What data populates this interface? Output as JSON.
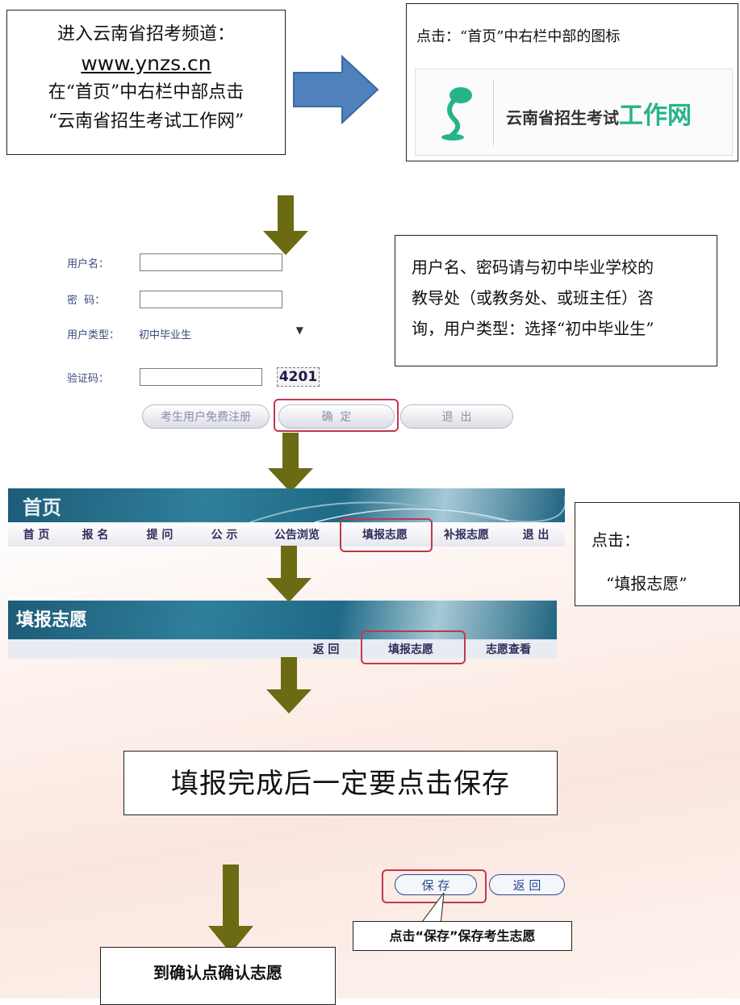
{
  "step1": {
    "line1": "进入云南省招考频道：",
    "url": "www.ynzs.cn",
    "line3": "在“首页”中右栏中部点击",
    "line4": "“云南省招生考试工作网”"
  },
  "step2": {
    "instruction": "点击：“首页”中右栏中部的图标",
    "logo_text": "云南省招生考试",
    "logo_highlight": "工作网"
  },
  "login": {
    "username_label": "用户名：",
    "password_label": "密  码：",
    "usertype_label": "用户类型：",
    "usertype_value": "初中毕业生",
    "captcha_label": "验证码：",
    "captcha_code": "4201",
    "register_button": "考生用户免费注册",
    "confirm_button": "确  定",
    "exit_button": "退  出"
  },
  "login_note": {
    "line1": "用户名、密码请与初中毕业学校的",
    "line2": "教导处（或教务处、或班主任）咨",
    "line3": "询，用户类型：选择“初中毕业生”"
  },
  "home_nav": {
    "banner_title": "首页",
    "items": [
      "首 页",
      "报 名",
      "提 问",
      "公 示",
      "公告浏览",
      "填报志愿",
      "补报志愿",
      "退 出"
    ]
  },
  "nav_note": {
    "line1": "点击：",
    "line2": "“填报志愿”"
  },
  "fill_nav": {
    "banner_title": "填报志愿",
    "items": [
      "返 回",
      "填报志愿",
      "志愿查看"
    ]
  },
  "save_reminder": "填报完成后一定要点击保存",
  "save_bar": {
    "save_button": "保 存",
    "back_button": "返 回",
    "callout": "点击“保存”保存考生志愿"
  },
  "confirm_box": "到确认点确认志愿",
  "colors": {
    "arrow_blue": "#4f81bd",
    "arrow_olive": "#6b6b14",
    "highlight_red": "#c0384b",
    "logo_green": "#27b38a"
  }
}
